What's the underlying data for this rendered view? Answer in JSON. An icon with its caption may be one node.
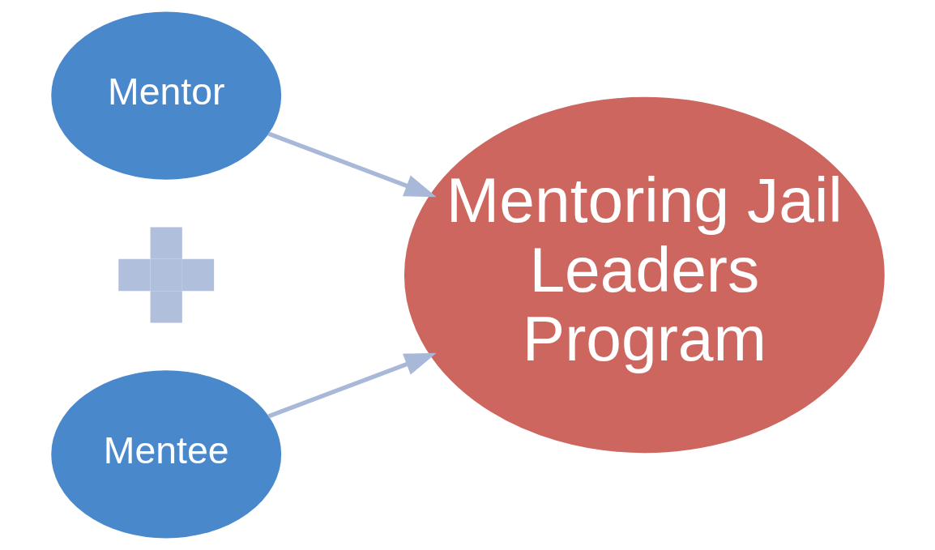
{
  "diagram": {
    "nodes": [
      {
        "text": [
          "Mentor"
        ]
      },
      {
        "text": [],
        "shape": "plus"
      },
      {
        "text": [
          "Mentee"
        ]
      },
      {
        "text": [
          "Mentoring Jail Leaders Program"
        ]
      }
    ],
    "edges": [
      {
        "from": 0,
        "to": 3,
        "arrow": "to"
      },
      {
        "from": 2,
        "to": 3,
        "arrow": "to"
      }
    ]
  }
}
